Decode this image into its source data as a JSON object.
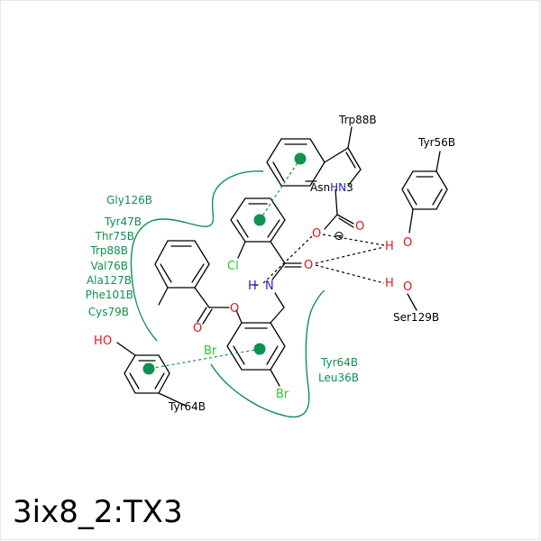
{
  "title": "3ix8_2:TX3",
  "colors": {
    "bond": "#000000",
    "oxygen": "#e8101c",
    "nitrogen": "#1e1ed2",
    "halogen": "#28c828",
    "contact": "#0f9150",
    "text": "#000000"
  },
  "atoms": {
    "cl": "Cl",
    "br1": "Br",
    "br2": "Br",
    "o_ester": "O",
    "o_carbonyl": "O",
    "o_amide": "O",
    "o_carbox1": "O",
    "o_carbox2": "O",
    "n_amide": "N",
    "h_amide": "H",
    "h_tyr56": "H",
    "o_tyr56": "O",
    "h_ser129": "H",
    "o_ser129": "O",
    "o_tyr64": "O",
    "h_tyr64": "H",
    "charge": "⊖"
  },
  "residues": {
    "trp88": "Trp88B",
    "tyr56": "Tyr56B",
    "ser129": "Ser129B",
    "tyr64_lig": "Tyr64B",
    "asn": "Asn",
    "asn_suffix": "3",
    "asn_hn": "HN"
  },
  "hydrophobic_left": [
    "Gly126B",
    "Tyr47B",
    "Thr75B",
    "Trp88B",
    "Val76B",
    "Ala127B",
    "Phe101B",
    "Cys79B"
  ],
  "hydrophobic_right": [
    "Tyr64B",
    "Leu36B"
  ]
}
